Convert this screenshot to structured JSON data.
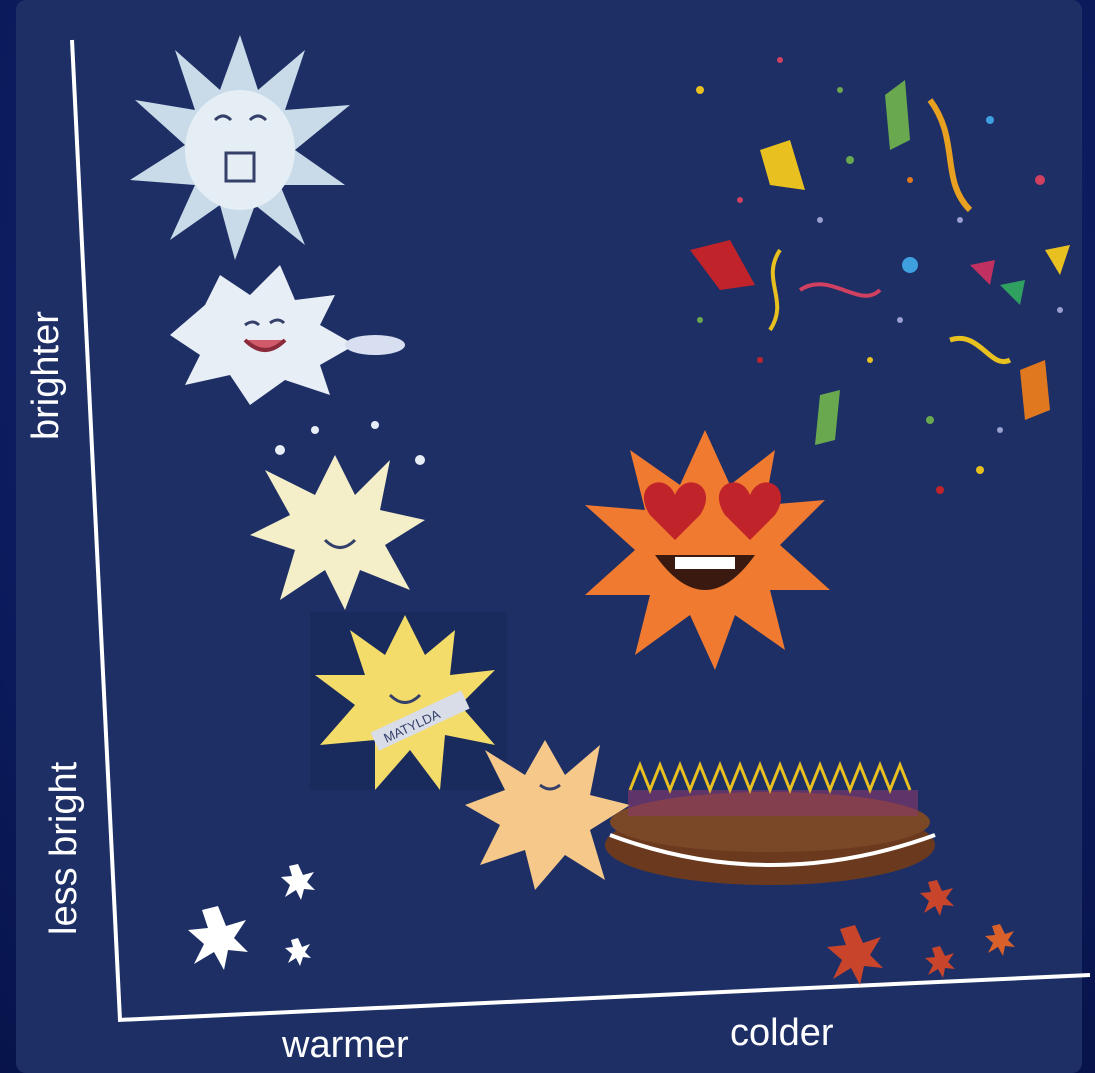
{
  "axes": {
    "y_top_label": "brighter",
    "y_bottom_label": "less bright",
    "x_left_label": "warmer",
    "x_right_label": "colder"
  },
  "illustration": {
    "sash_text": "MATYLDA"
  },
  "colors": {
    "background": "#1e2f66",
    "axis": "#ffffff",
    "hot_star": "#f07a30",
    "pale_star": "#f4efc8",
    "cake": "#6b3a1e"
  }
}
